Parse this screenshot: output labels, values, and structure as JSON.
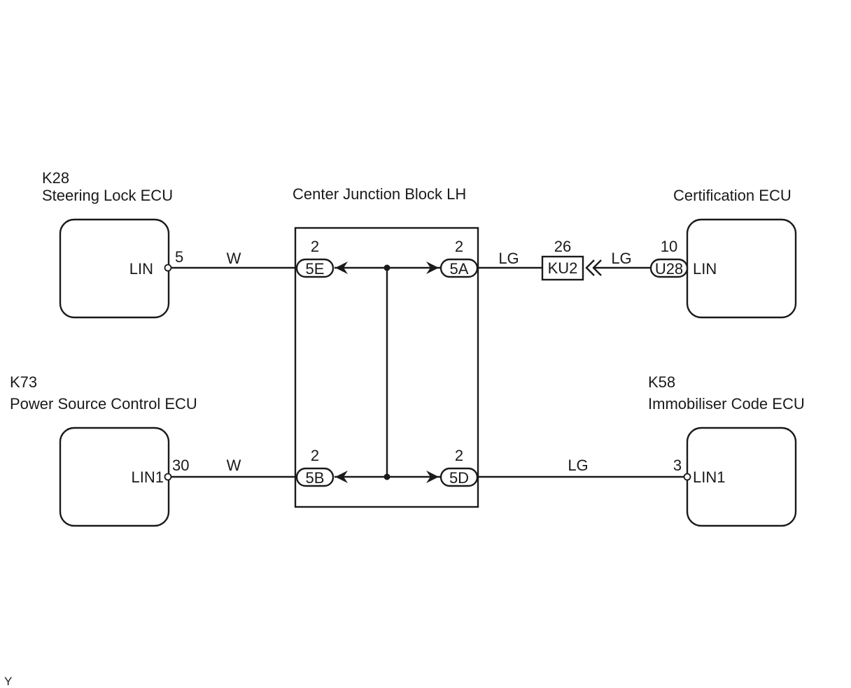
{
  "ecus": {
    "k28": {
      "code": "K28",
      "name": "Steering Lock ECU",
      "pin_label": "LIN",
      "pin_no": "5",
      "wire": "W"
    },
    "k73": {
      "code": "K73",
      "name": "Power Source Control ECU",
      "pin_label": "LIN1",
      "pin_no": "30",
      "wire": "W"
    },
    "cert": {
      "name": "Certification ECU",
      "pin_label": "LIN",
      "pin_no": "10",
      "connector": "U28",
      "wire": "LG"
    },
    "k58": {
      "code": "K58",
      "name": "Immobiliser Code ECU",
      "pin_label": "LIN1",
      "pin_no": "3",
      "wire": "LG"
    }
  },
  "junction_block": {
    "title": "Center Junction Block LH",
    "connectors": [
      {
        "id": "5E",
        "pin": "2"
      },
      {
        "id": "5A",
        "pin": "2"
      },
      {
        "id": "5B",
        "pin": "2"
      },
      {
        "id": "5D",
        "pin": "2"
      }
    ]
  },
  "inline_connector": {
    "id": "KU2",
    "pin": "26",
    "wire_left": "LG"
  },
  "footer": {
    "code": "Y"
  }
}
